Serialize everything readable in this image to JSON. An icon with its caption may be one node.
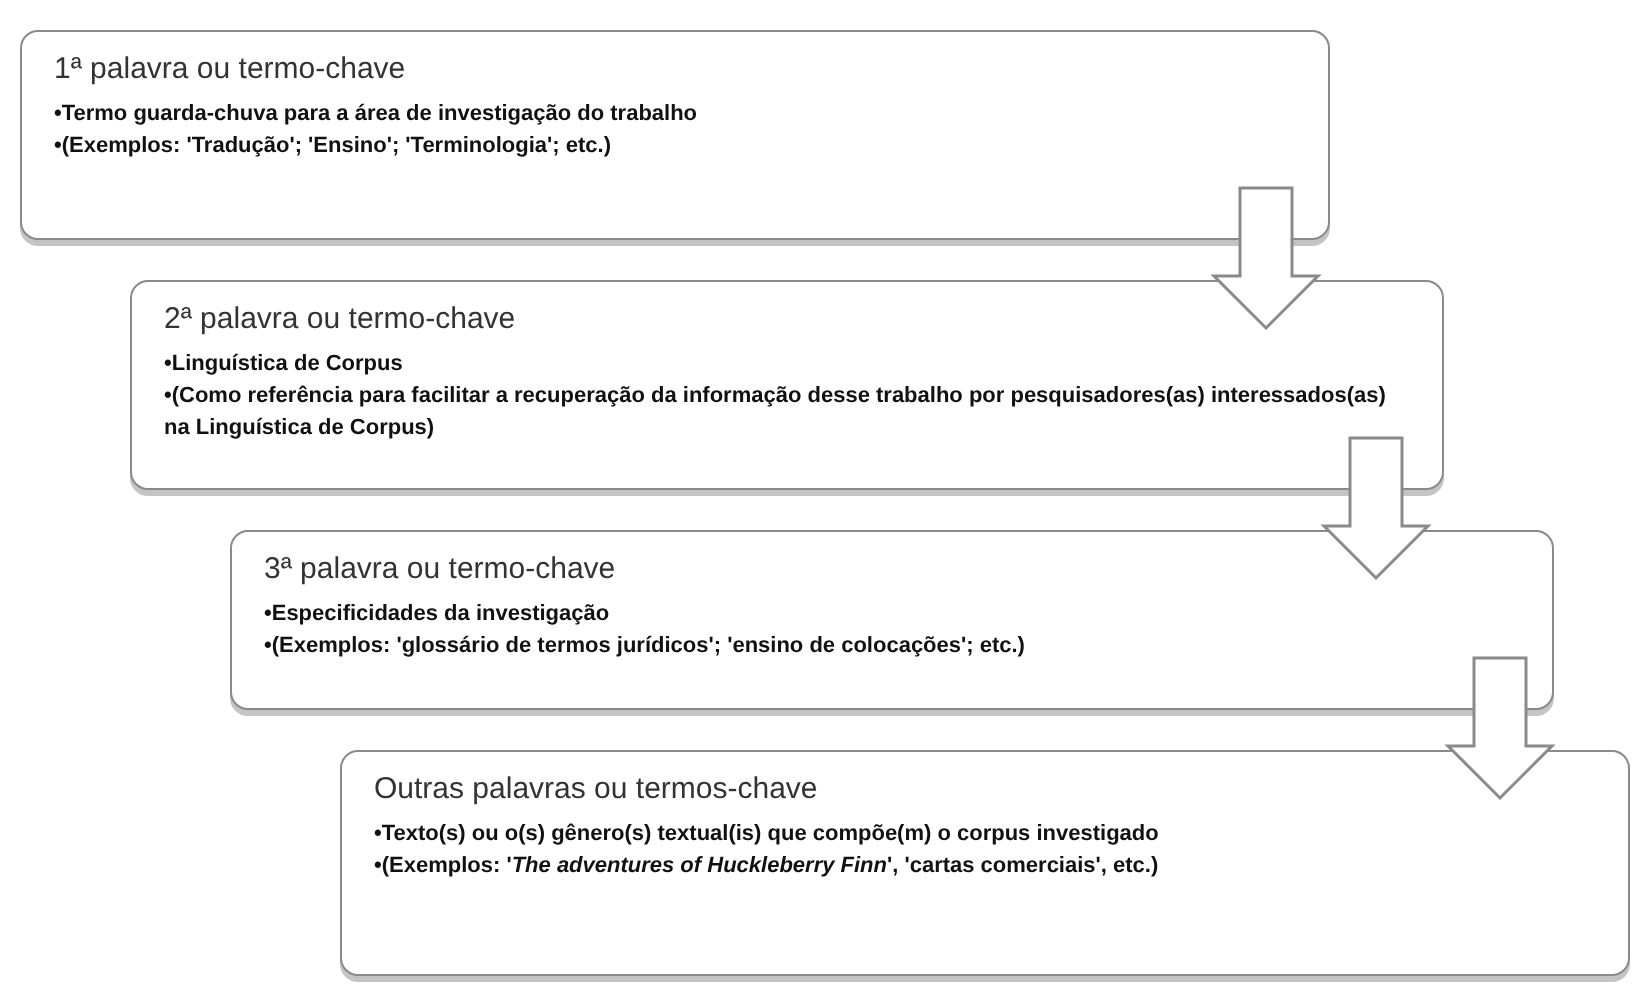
{
  "diagram": {
    "nodes": [
      {
        "text": [
          "1ª palavra ou termo-chave",
          "•Termo guarda-chuva para a área de investigação do trabalho",
          "•(Exemplos: 'Tradução'; 'Ensino'; 'Terminologia'; etc.)"
        ]
      },
      {
        "text": [
          "2ª palavra ou termo-chave",
          "•Linguística de Corpus",
          "•(Como referência para facilitar a recuperação da informação desse trabalho por pesquisadores(as) interessados(as) na Linguística de Corpus)"
        ]
      },
      {
        "text": [
          "3ª palavra ou termo-chave",
          "•Especificidades da investigação",
          "•(Exemplos: 'glossário de termos jurídicos'; 'ensino de colocações'; etc.)"
        ]
      },
      {
        "text": [
          "Outras palavras ou termos-chave",
          "•Texto(s) ou o(s) gênero(s) textual(is) que compõe(m) o corpus investigado",
          "•(Exemplos: '*The adventures of Huckleberry Finn*', 'cartas comerciais', etc.)"
        ]
      }
    ],
    "edges": [
      {
        "from": 0,
        "to": 1,
        "arrow": "to"
      },
      {
        "from": 1,
        "to": 2,
        "arrow": "to"
      },
      {
        "from": 2,
        "to": 3,
        "arrow": "to"
      }
    ]
  }
}
